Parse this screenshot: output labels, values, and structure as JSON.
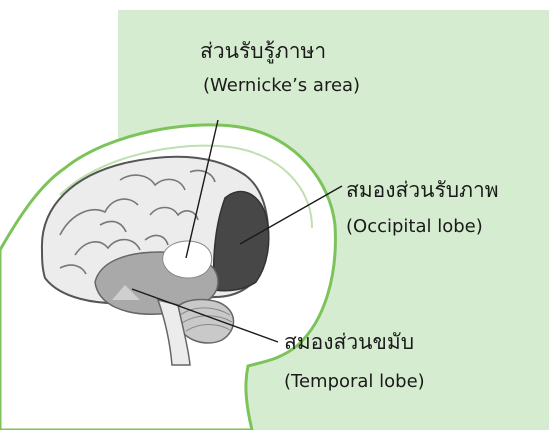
{
  "labels": {
    "wernicke": {
      "thai": "ส่วนรับรู้ภาษา",
      "english": "(Wernicke’s area)"
    },
    "occipital": {
      "thai": "สมองส่วนรับภาพ",
      "english": "(Occipital lobe)"
    },
    "temporal": {
      "thai": "สมองส่วนขมับ",
      "english": "(Temporal lobe)"
    }
  },
  "colors": {
    "background_panel": "#d6ecd0",
    "head_outline": "#7cc35a",
    "brain_light": "#ececec",
    "temporal_lobe": "#a9a9a9",
    "occipital_lobe": "#474747",
    "wernicke_area": "#ffffff",
    "cerebellum": "#c9c9c9",
    "leader_line": "#1a1a1a"
  }
}
